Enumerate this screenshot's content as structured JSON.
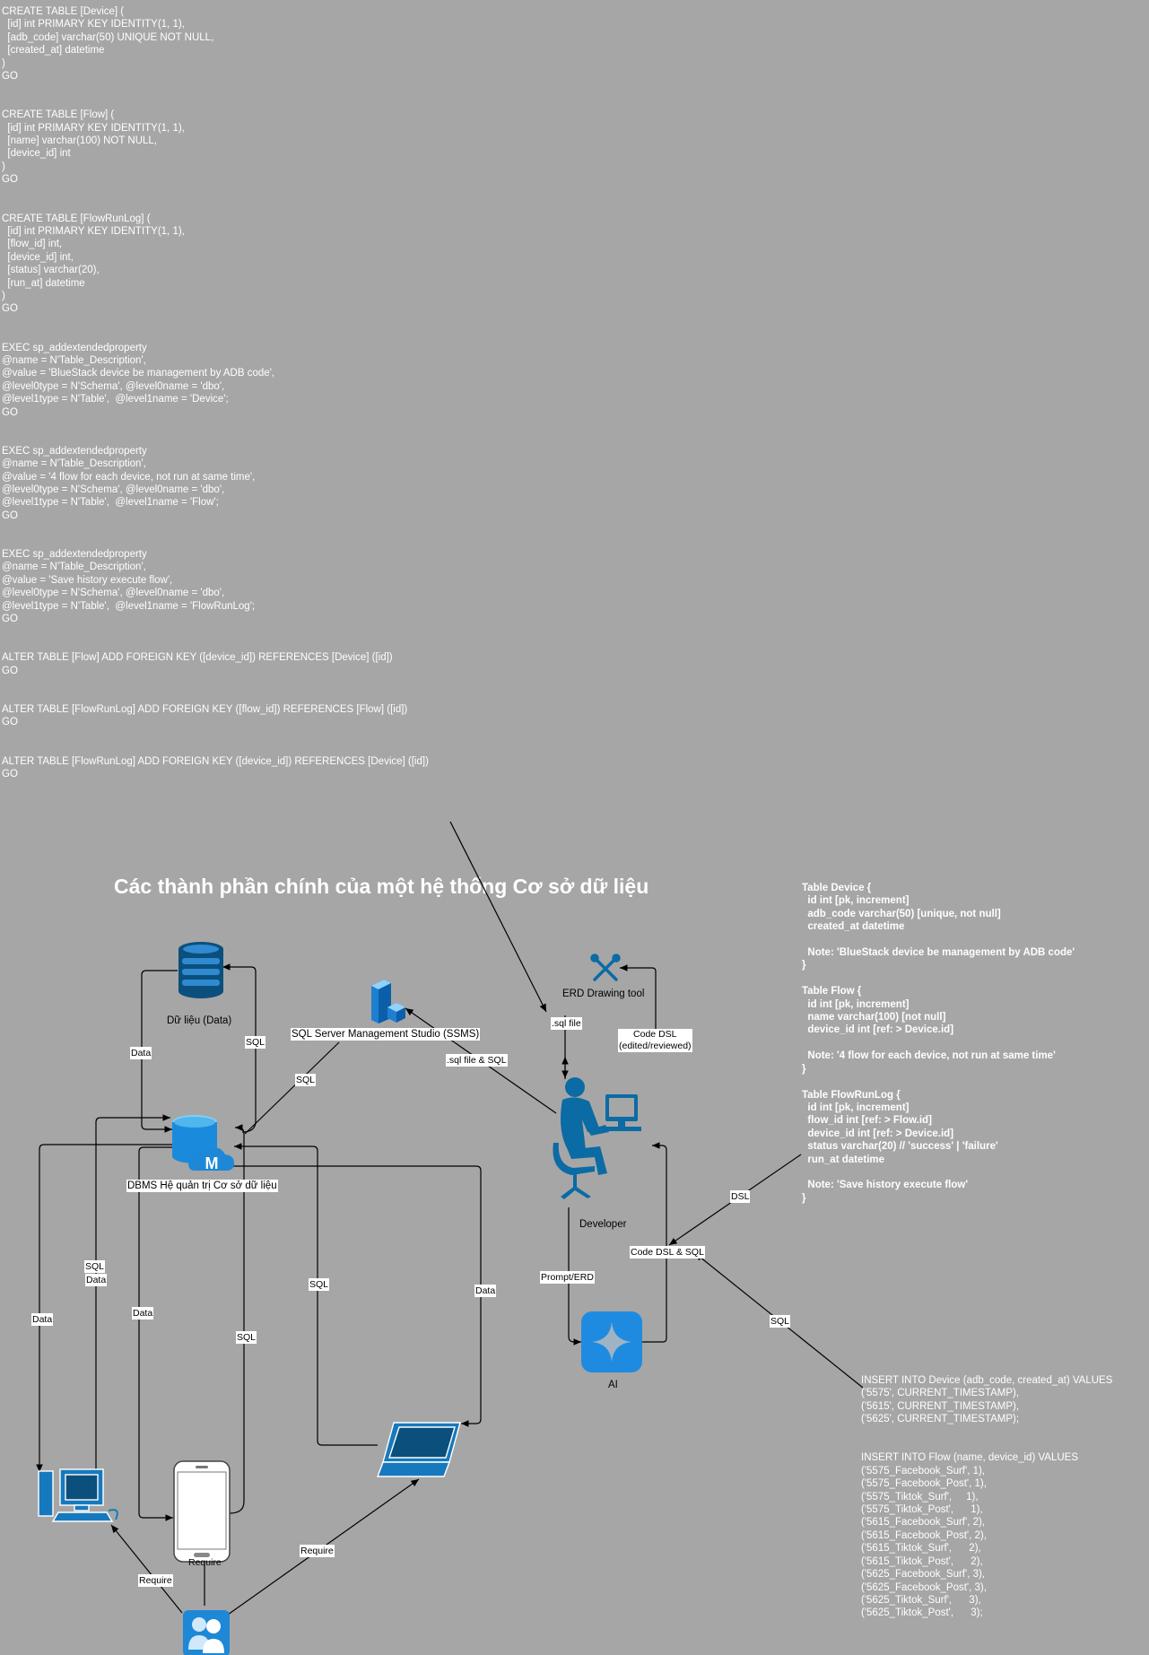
{
  "sql_script": "CREATE TABLE [Device] (\n  [id] int PRIMARY KEY IDENTITY(1, 1),\n  [adb_code] varchar(50) UNIQUE NOT NULL,\n  [created_at] datetime\n)\nGO\n\n\nCREATE TABLE [Flow] (\n  [id] int PRIMARY KEY IDENTITY(1, 1),\n  [name] varchar(100) NOT NULL,\n  [device_id] int\n)\nGO\n\n\nCREATE TABLE [FlowRunLog] (\n  [id] int PRIMARY KEY IDENTITY(1, 1),\n  [flow_id] int,\n  [device_id] int,\n  [status] varchar(20),\n  [run_at] datetime\n)\nGO\n\n\nEXEC sp_addextendedproperty\n@name = N'Table_Description',\n@value = 'BlueStack device be management by ADB code',\n@level0type = N'Schema', @level0name = 'dbo',\n@level1type = N'Table',  @level1name = 'Device';\nGO\n\n\nEXEC sp_addextendedproperty\n@name = N'Table_Description',\n@value = '4 flow for each device, not run at same time',\n@level0type = N'Schema', @level0name = 'dbo',\n@level1type = N'Table',  @level1name = 'Flow';\nGO\n\n\nEXEC sp_addextendedproperty\n@name = N'Table_Description',\n@value = 'Save history execute flow',\n@level0type = N'Schema', @level0name = 'dbo',\n@level1type = N'Table',  @level1name = 'FlowRunLog';\nGO\n\n\nALTER TABLE [Flow] ADD FOREIGN KEY ([device_id]) REFERENCES [Device] ([id])\nGO\n\n\nALTER TABLE [FlowRunLog] ADD FOREIGN KEY ([flow_id]) REFERENCES [Flow] ([id])\nGO\n\n\nALTER TABLE [FlowRunLog] ADD FOREIGN KEY ([device_id]) REFERENCES [Device] ([id])\nGO",
  "title": "Các thành phần chính của một hệ thống Cơ sở dữ liệu",
  "dbml_script": "Table Device {\n  id int [pk, increment]\n  adb_code varchar(50) [unique, not null]\n  created_at datetime\n\n  Note: 'BlueStack device be management by ADB code'\n}\n\nTable Flow {\n  id int [pk, increment]\n  name varchar(100) [not null]\n  device_id int [ref: > Device.id]\n\n  Note: '4 flow for each device, not run at same time'\n}\n\nTable FlowRunLog {\n  id int [pk, increment]\n  flow_id int [ref: > Flow.id]\n  device_id int [ref: > Device.id]\n  status varchar(20) // 'success' | 'failure'\n  run_at datetime\n\n  Note: 'Save history execute flow'\n}",
  "insert_script": "INSERT INTO Device (adb_code, created_at) VALUES\n('5575', CURRENT_TIMESTAMP),\n('5615', CURRENT_TIMESTAMP),\n('5625', CURRENT_TIMESTAMP);\n\n\nINSERT INTO Flow (name, device_id) VALUES\n('5575_Facebook_Surf', 1),\n('5575_Facebook_Post', 1),\n('5575_Tiktok_Surf',     1),\n('5575_Tiktok_Post',      1),\n('5615_Facebook_Surf', 2),\n('5615_Facebook_Post', 2),\n('5615_Tiktok_Surf',      2),\n('5615_Tiktok_Post',      2),\n('5625_Facebook_Surf', 3),\n('5625_Facebook_Post', 3),\n('5625_Tiktok_Surf',      3),\n('5625_Tiktok_Post',      3);",
  "nodes": {
    "database": "Dữ liệu (Data)",
    "dbms": "DBMS Hệ quản trị Cơ sở dữ liệu",
    "ssms": "SQL Server Management Studio (SSMS)",
    "erd_tool": "ERD Drawing tool",
    "developer": "Developer",
    "ai": "AI",
    "code_dsl_reviewed": "Code DSL\n(edited/reviewed)",
    "code_dsl_sql": "Code DSL & SQL",
    "mobile_overlay": "Require"
  },
  "edge_labels": {
    "data_db_dbms": "Data",
    "sql_dbms_db": "SQL",
    "sql_ssms": "SQL",
    "sql_file_sql": ".sql file & SQL",
    "sql_file": ".sql file",
    "dsl": "DSL",
    "sql_insert": "SQL",
    "prompt_erd": "Prompt/ERD",
    "desktop_sql": "SQL",
    "desktop_data": "Data",
    "desktop_data_left": "Data",
    "mobile_data": "Data",
    "mobile_sql": "SQL",
    "laptop_sql": "SQL",
    "laptop_data": "Data",
    "require_desktop": "Require",
    "require_laptop": "Require"
  },
  "colors": {
    "background": "#a6a6a6",
    "icon_blue": "#0b6ba4",
    "line": "#000000"
  }
}
